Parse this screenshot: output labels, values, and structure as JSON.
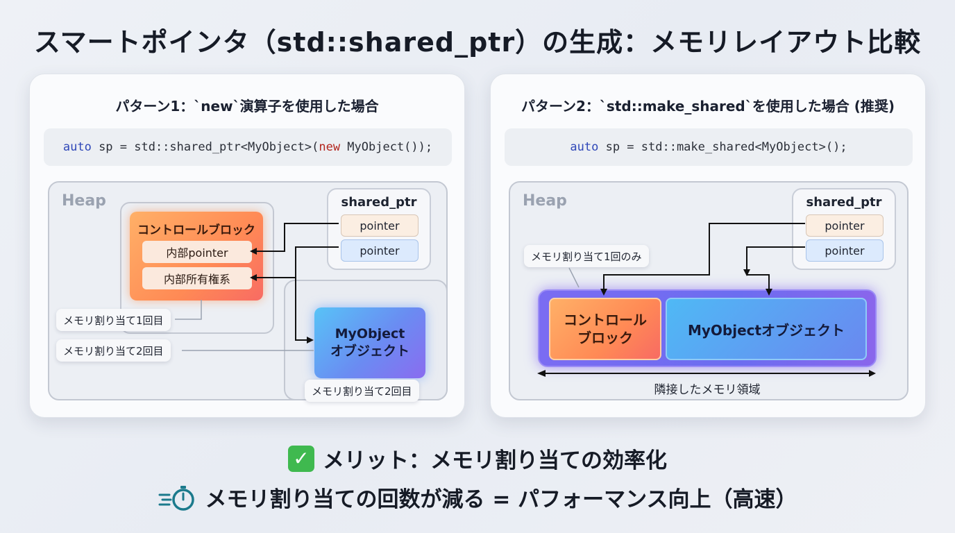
{
  "title": "スマートポインタ（std::shared_ptr）の生成：メモリレイアウト比較",
  "left": {
    "title": "パターン1：`new`演算子を使用した場合",
    "code": {
      "auto": "auto",
      "part1": " sp = std::shared_ptr<MyObject>(",
      "new": "new",
      "part2": " MyObject());"
    },
    "heap_label": "Heap",
    "shared_ptr": {
      "title": "shared_ptr",
      "ptr1": "pointer",
      "ptr2": "pointer"
    },
    "control_block": {
      "title": "コントロールブロック",
      "inner1": "内部pointer",
      "inner2": "内部所有権系"
    },
    "object": {
      "line1": "MyObject",
      "line2": "オブジェクト"
    },
    "tags": {
      "alloc1": "メモリ割り当て1回目",
      "alloc2": "メモリ割り当て2回目",
      "alloc2b": "メモリ割り当て2回目"
    }
  },
  "right": {
    "title": "パターン2：`std::make_shared`を使用した場合 (推奨)",
    "code": {
      "auto": "auto",
      "rest": " sp = std::make_shared<MyObject>();"
    },
    "heap_label": "Heap",
    "shared_ptr": {
      "title": "shared_ptr",
      "ptr1": "pointer",
      "ptr2": "pointer"
    },
    "tag": "メモリ割り当て1回のみ",
    "control_block": {
      "line1": "コントロール",
      "line2": "ブロック"
    },
    "object": "MyObjectオブジェクト",
    "range_label": "隣接したメモリ領域"
  },
  "benefits": {
    "line1": "メリット：メモリ割り当ての効率化",
    "line2": "メモリ割り当ての回数が減る = パフォーマンス向上（高速）"
  },
  "colors": {
    "accent_orange": "#ff8a55",
    "accent_blue": "#6a88f0",
    "accent_purple": "#7a6cf2",
    "check_green": "#3fb94f",
    "stopwatch_teal": "#1b7a8c"
  }
}
